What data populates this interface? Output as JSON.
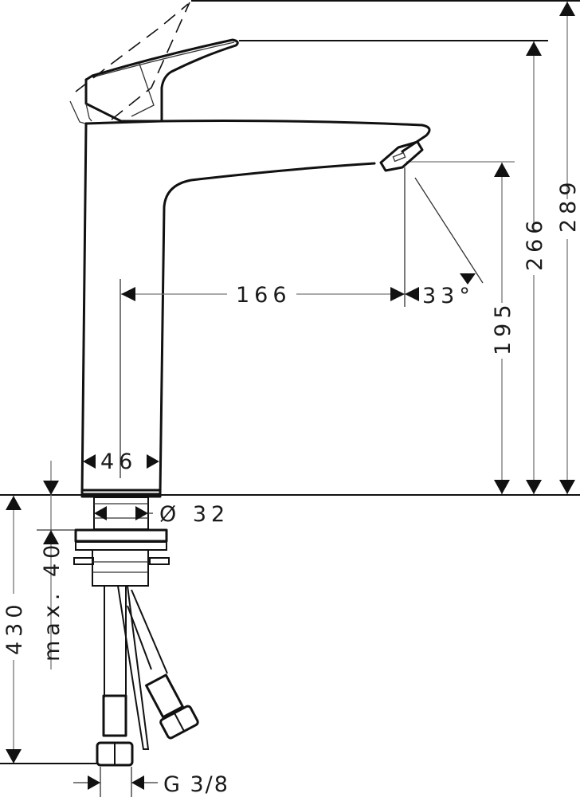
{
  "drawing": {
    "subject": "single-lever basin mixer tap dimension drawing",
    "units": "mm",
    "dimensions": {
      "total_height": "289",
      "handle_height": "266",
      "spout_height": "195",
      "spout_reach": "166",
      "spray_angle": "33°",
      "body_width": "46",
      "shank_diameter": "Ø 32",
      "max_counter_thickness": "max. 40",
      "hose_length": "430",
      "connection_thread": "G 3/8"
    }
  }
}
